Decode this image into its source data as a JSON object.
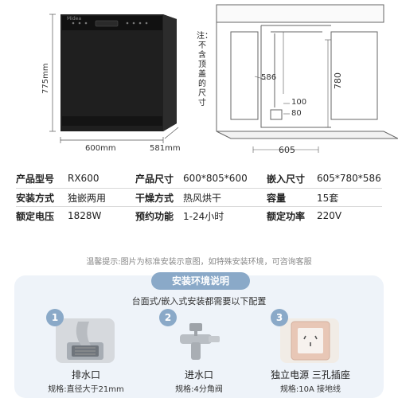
{
  "diagram": {
    "dishwasher_height": "775mm",
    "dishwasher_width": "600mm",
    "dishwasher_depth": "581mm",
    "note": "注：不含顶盖的尺寸",
    "cabinet_depth": "586",
    "cabinet_height": "780",
    "cabinet_width": "605",
    "opening_height": "100",
    "opening_width": "80",
    "brand_text": "Midea"
  },
  "specs": {
    "row1": [
      {
        "label": "产品型号",
        "value": "RX600"
      },
      {
        "label": "产品尺寸",
        "value": "600*805*600"
      },
      {
        "label": "嵌入尺寸",
        "value": "605*780*586"
      }
    ],
    "row2": [
      {
        "label": "安装方式",
        "value": "独嵌两用"
      },
      {
        "label": "干燥方式",
        "value": "热风烘干"
      },
      {
        "label": "容量",
        "value": "15套"
      }
    ],
    "row3": [
      {
        "label": "额定电压",
        "value": "1828W"
      },
      {
        "label": "预约功能",
        "value": "1-24小时"
      },
      {
        "label": "额定功率",
        "value": "220V"
      }
    ]
  },
  "tip": "温馨提示:图片为标准安装示意图，如特殊安装环境，可咨询客服",
  "env": {
    "title": "安装环境说明",
    "subtitle": "台面式/嵌入式安装都需要以下配置",
    "items": [
      {
        "num": "1",
        "title": "排水口",
        "note": "规格:直径大于21mm"
      },
      {
        "num": "2",
        "title": "进水口",
        "note": "规格:4分角阀"
      },
      {
        "num": "3",
        "title": "独立电源  三孔插座",
        "note": "规格:10A 接地线"
      }
    ]
  },
  "colors": {
    "accent": "#8aa9c8",
    "panel": "#eef3f9",
    "appliance": "#1c1c1c"
  }
}
